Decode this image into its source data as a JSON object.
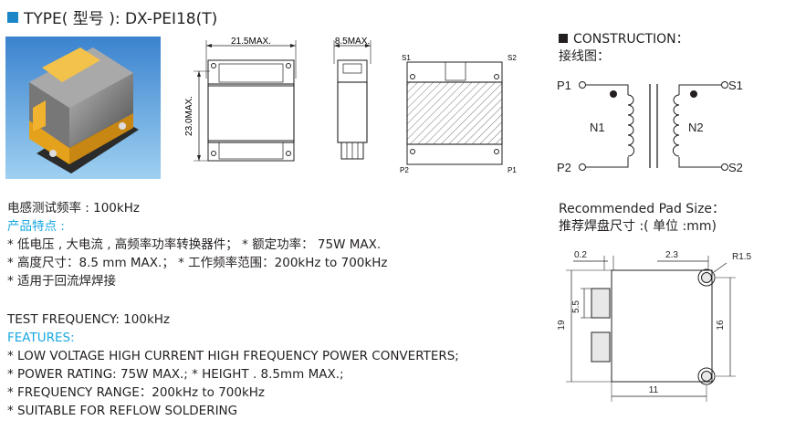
{
  "header": {
    "title": "TYPE( 型号 ): DX-PEI18(T)"
  },
  "photo": {
    "label": "product photo"
  },
  "drawing": {
    "width_label": "21.5MAX.",
    "height_label": "23.0MAX.",
    "depth_label": "8.5MAX.",
    "pins": {
      "s1": "S1",
      "s2": "S2",
      "p1": "P1",
      "p2": "P2"
    }
  },
  "construction": {
    "title": "CONSTRUCTION：",
    "subtitle": "接线图：",
    "labels": {
      "p1": "P1",
      "p2": "P2",
      "s1": "S1",
      "s2": "S2",
      "n1": "N1",
      "n2": "N2"
    }
  },
  "pad": {
    "title_en": "Recommended Pad Size：",
    "title_cn": "推荐焊盘尺寸 :( 单位 :mm)",
    "dims": {
      "d02": "0.2",
      "d23": "2.3",
      "r15": "R1.5",
      "d55": "5.5",
      "d19": "19",
      "d16": "16",
      "d11": "11"
    }
  },
  "specs_cn": {
    "test_freq": "电感测试频率 : 100kHz",
    "heading": "产品特点 :",
    "lines": [
      "* 低电压 , 大电流 , 高频率功率转换器件；  * 额定功率：  75W MAX.",
      "* 高度尺寸：8.5 mm MAX.；     * 工作频率范围：200kHz to 700kHz",
      "* 适用于回流焊焊接"
    ]
  },
  "specs_en": {
    "test_freq": "TEST FREQUENCY: 100kHz",
    "heading": "FEATURES:",
    "lines": [
      "* LOW VOLTAGE HIGH CURRENT HIGH FREQUENCY POWER CONVERTERS;",
      "* POWER RATING: 75W MAX.;         * HEIGHT . 8.5mm MAX.;",
      "* FREQUENCY RANGE：200kHz to 700kHz",
      "* SUITABLE FOR REFLOW SOLDERING"
    ]
  },
  "colors": {
    "accent": "#1a85c7",
    "feature_heading": "#1aa8e0"
  }
}
